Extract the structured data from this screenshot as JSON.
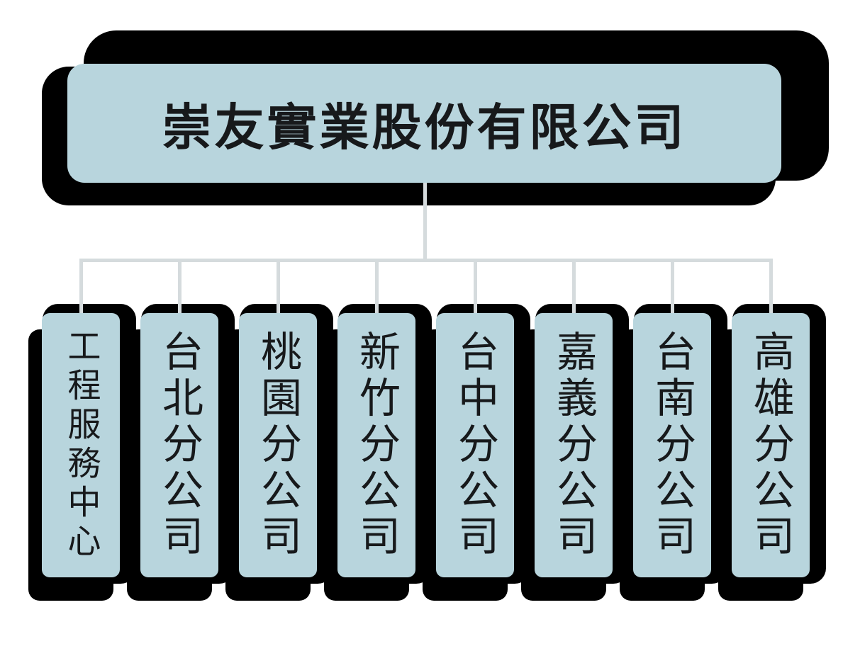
{
  "diagram": {
    "type": "org-chart",
    "root": {
      "label": "崇友實業股份有限公司"
    },
    "children": [
      {
        "label": "工程服務中心"
      },
      {
        "label": "台北分公司"
      },
      {
        "label": "桃園分公司"
      },
      {
        "label": "新竹分公司"
      },
      {
        "label": "台中分公司"
      },
      {
        "label": "嘉義分公司"
      },
      {
        "label": "台南分公司"
      },
      {
        "label": "高雄分公司"
      }
    ],
    "colors": {
      "node_fill": "#b8d5dd",
      "shadow": "#000000",
      "connector": "#d5dbdd",
      "text": "#17191b"
    }
  }
}
